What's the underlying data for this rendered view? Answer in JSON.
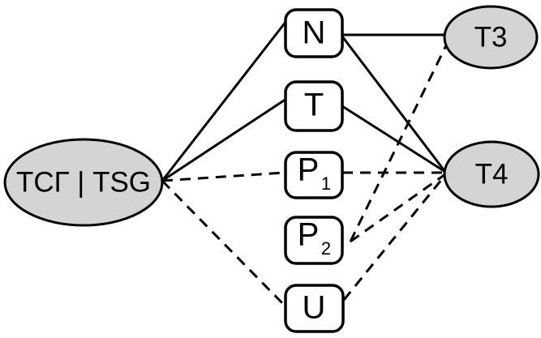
{
  "diagram": {
    "type": "graph",
    "title": "",
    "background_color": "#ffffff",
    "node_fill_ellipse": "#d4d4d4",
    "node_fill_box": "#ffffff",
    "stroke_color": "#000000",
    "nodes": {
      "tsg": {
        "label": "ТСГ | TSG",
        "shape": "ellipse"
      },
      "n": {
        "label": "N",
        "shape": "rounded-box"
      },
      "t": {
        "label": "T",
        "shape": "rounded-box"
      },
      "p1": {
        "label": "P",
        "sub": "1",
        "shape": "rounded-box"
      },
      "p2": {
        "label": "P",
        "sub": "2",
        "shape": "rounded-box"
      },
      "u": {
        "label": "U",
        "shape": "rounded-box"
      },
      "t3": {
        "label": "T3",
        "shape": "ellipse"
      },
      "t4": {
        "label": "T4",
        "shape": "ellipse"
      }
    },
    "edges": [
      {
        "from": "tsg",
        "to": "n",
        "style": "solid"
      },
      {
        "from": "tsg",
        "to": "t",
        "style": "solid"
      },
      {
        "from": "tsg",
        "to": "p1",
        "style": "dashed"
      },
      {
        "from": "tsg",
        "to": "u",
        "style": "dashed"
      },
      {
        "from": "n",
        "to": "t3",
        "style": "solid"
      },
      {
        "from": "n",
        "to": "t4",
        "style": "solid"
      },
      {
        "from": "t",
        "to": "t4",
        "style": "solid"
      },
      {
        "from": "p1",
        "to": "t4",
        "style": "dashed"
      },
      {
        "from": "p2",
        "to": "t3",
        "style": "dashed"
      },
      {
        "from": "p2",
        "to": "t4",
        "style": "dashed"
      },
      {
        "from": "u",
        "to": "t4",
        "style": "dashed"
      }
    ]
  }
}
